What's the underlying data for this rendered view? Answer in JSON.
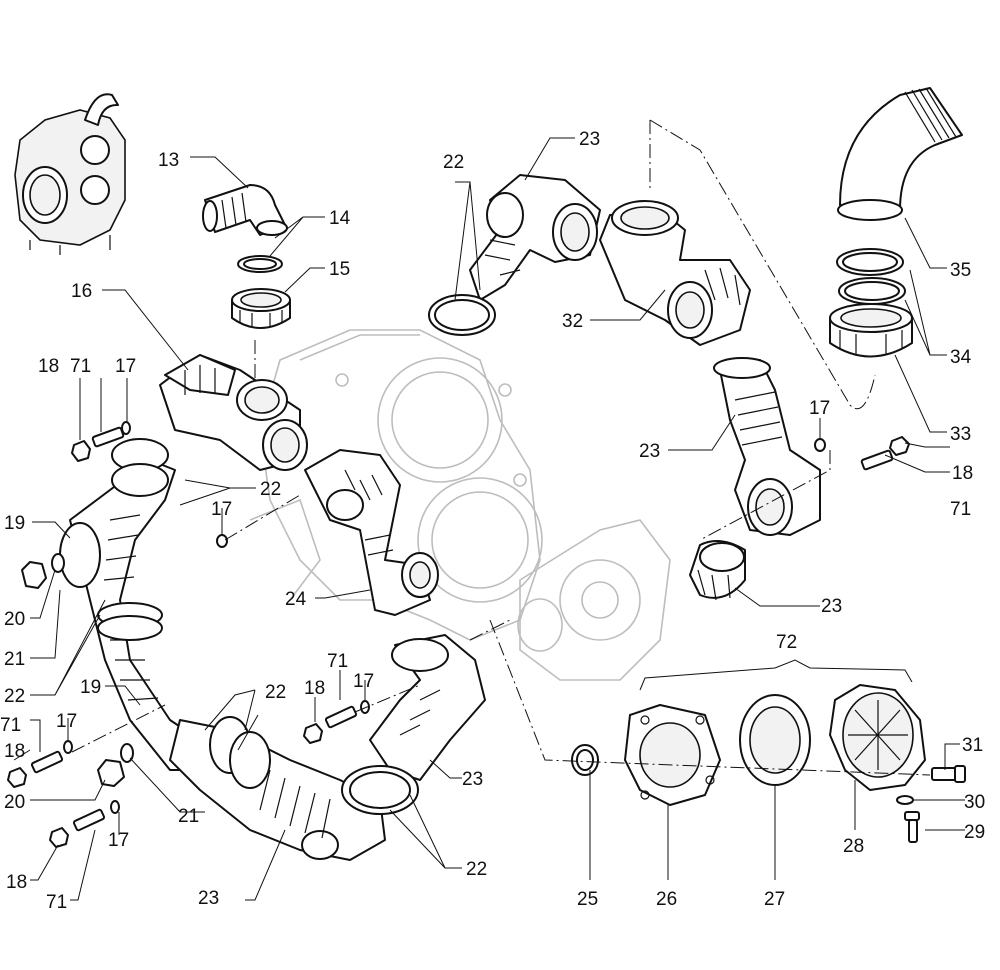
{
  "labels": {
    "p13": "13",
    "p14": "14",
    "p15": "15",
    "p16": "16",
    "p17a": "17",
    "p17b": "17",
    "p17c": "17",
    "p17d": "17",
    "p17e": "17",
    "p17f": "17",
    "p18a": "18",
    "p18b": "18",
    "p18c": "18",
    "p18d": "18",
    "p18e": "18",
    "p71a": "71",
    "p71b": "71",
    "p71c": "71",
    "p71d": "71",
    "p71e": "71",
    "p19a": "19",
    "p19b": "19",
    "p20a": "20",
    "p20b": "20",
    "p21a": "21",
    "p21b": "21",
    "p22a": "22",
    "p22b": "22",
    "p22c": "22",
    "p22d": "22",
    "p22e": "22",
    "p23a": "23",
    "p23b": "23",
    "p23c": "23",
    "p23d": "23",
    "p23e": "23",
    "p24": "24",
    "p25": "25",
    "p26": "26",
    "p27": "27",
    "p28": "28",
    "p29": "29",
    "p30": "30",
    "p31": "31",
    "p32": "32",
    "p33": "33",
    "p34": "34",
    "p35": "35",
    "p72": "72"
  }
}
